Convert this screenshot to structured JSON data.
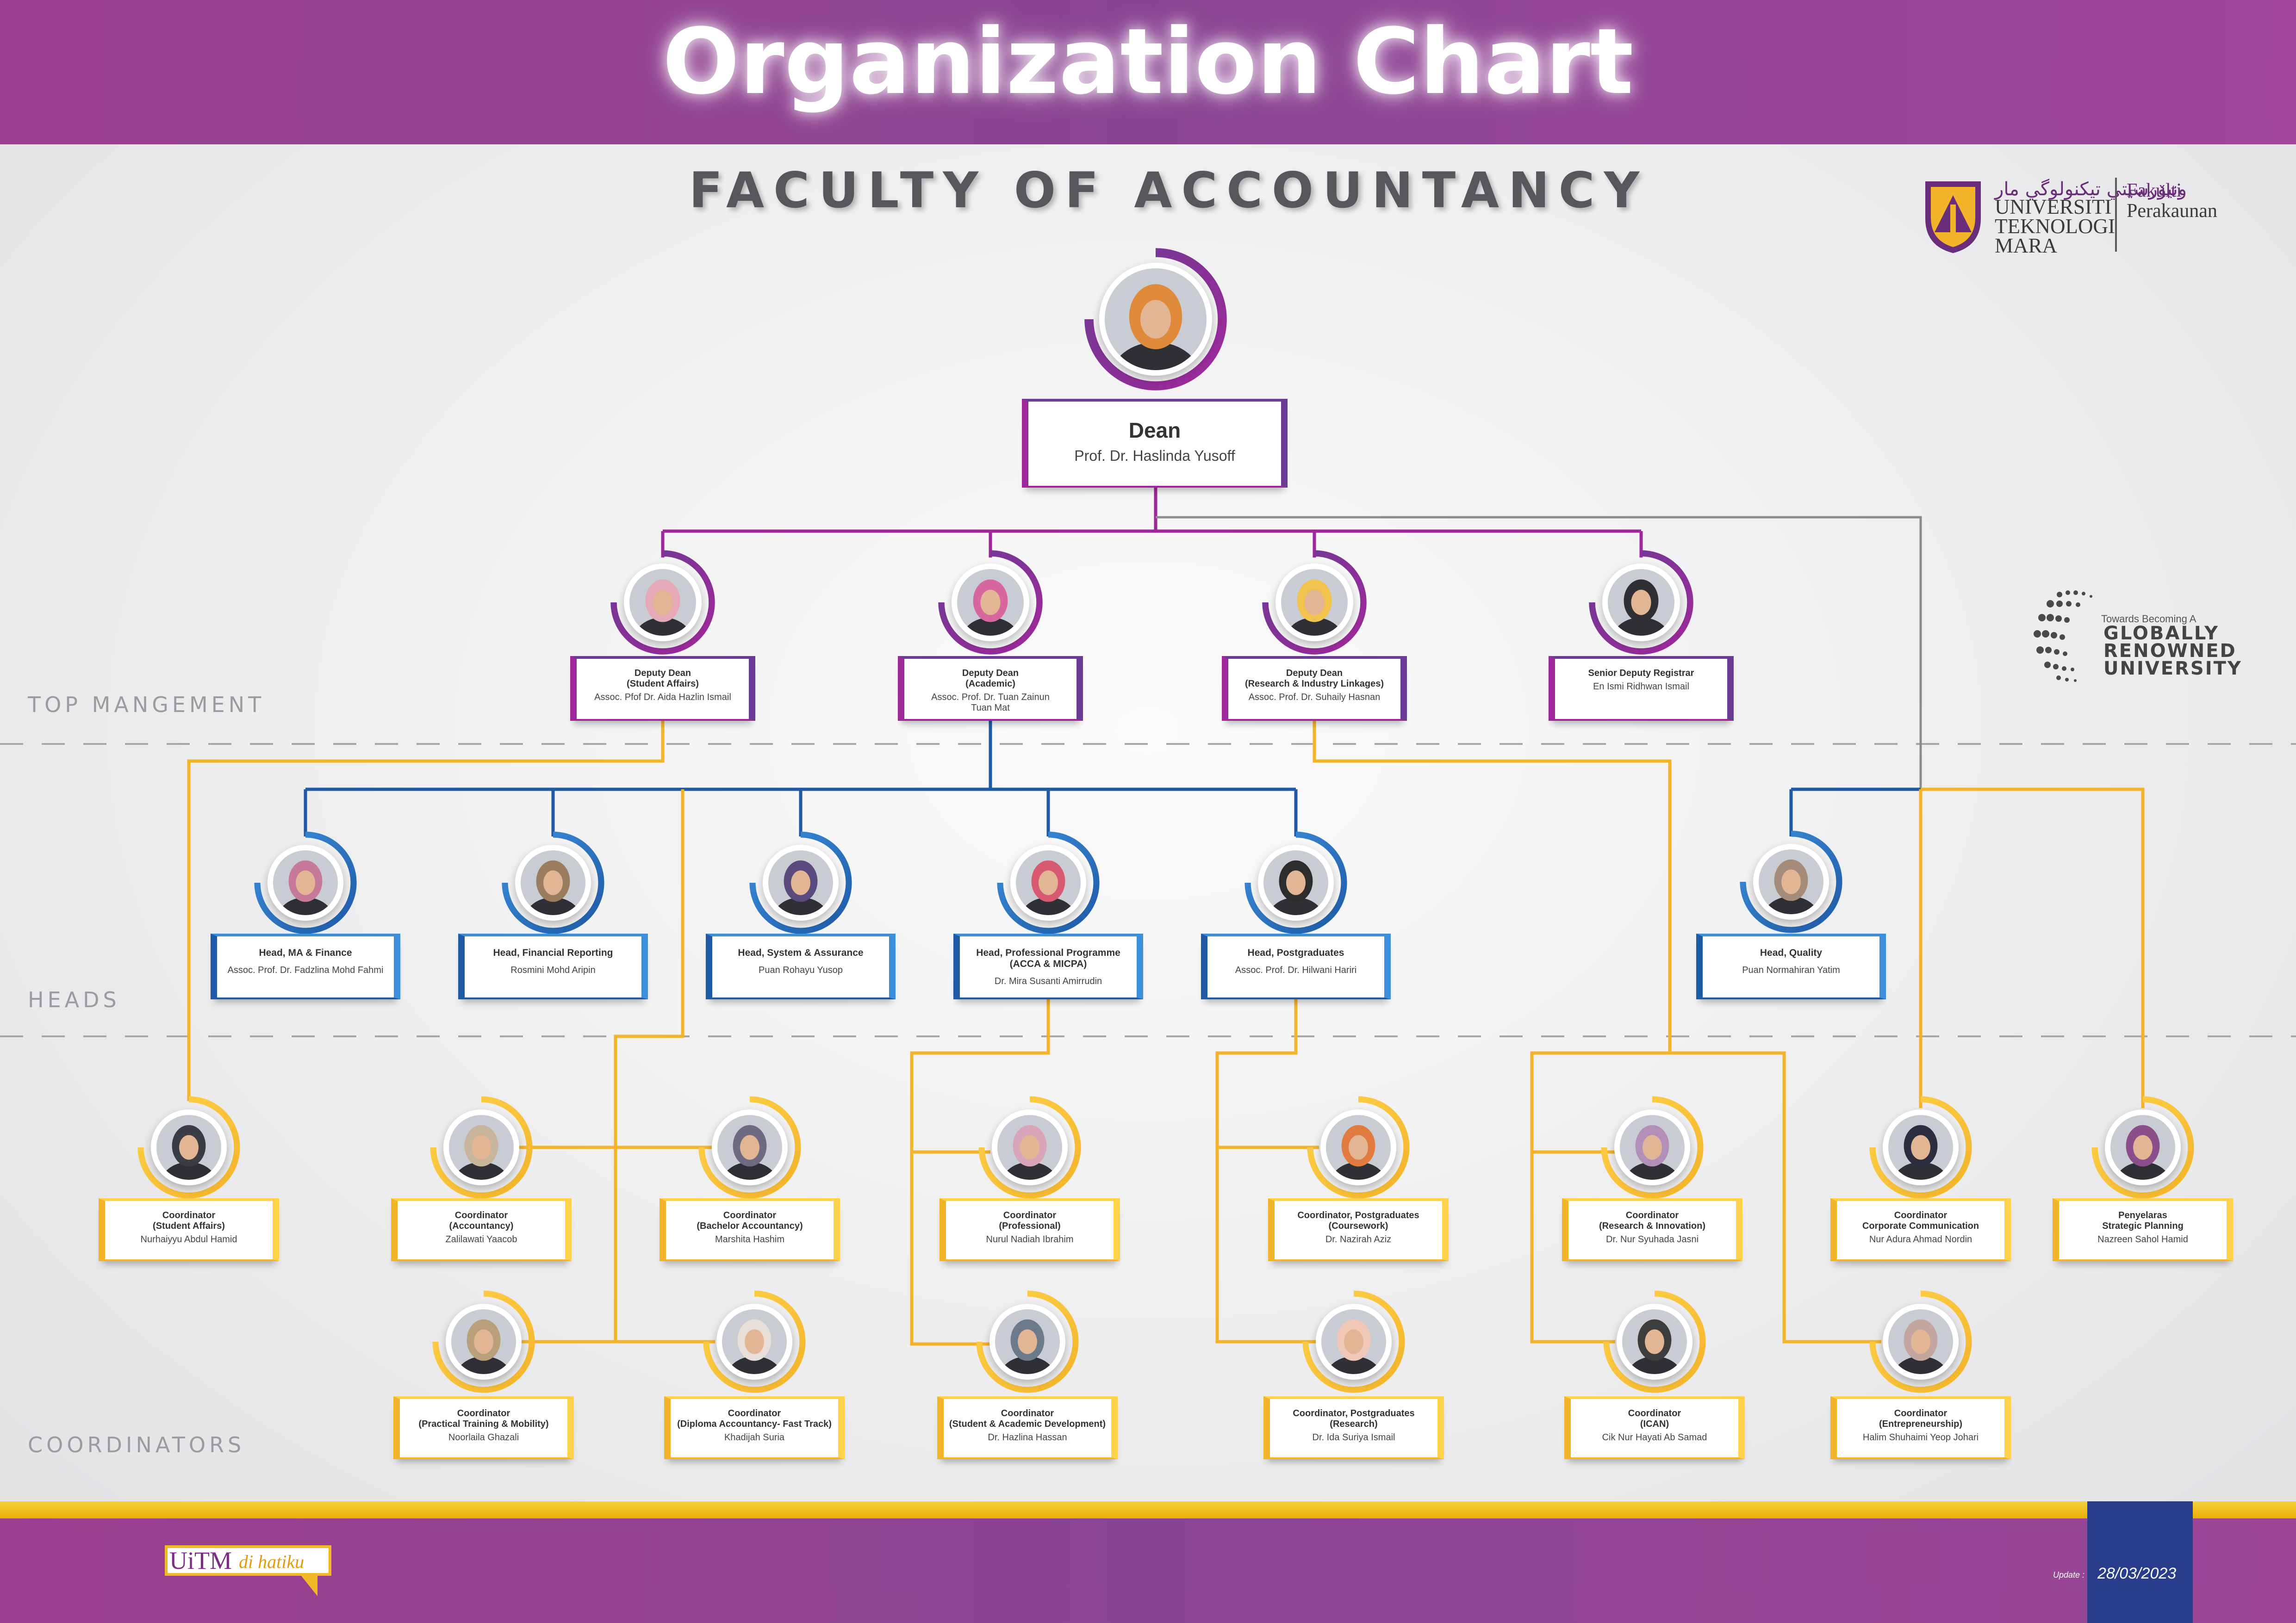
{
  "header": {
    "title": "Organization Chart",
    "subtitle": "FACULTY OF ACCOUNTANCY"
  },
  "logo": {
    "jawi": "ﻭﻧﻴﯚﺭﺳﻴﺘﻲ ﺗﻴﻜﻨﻮﻟﻮﮔﻲ ﻣﺎﺭ",
    "uni": [
      "UNIVERSITI",
      "TEKNOLOGI",
      "MARA"
    ],
    "faculty": [
      "Fakulti",
      "Perakaunan"
    ]
  },
  "tagline": {
    "line1": "Towards Becoming A",
    "line2": [
      "GLOBALLY",
      "RENOWNED",
      "UNIVERSITY"
    ]
  },
  "sections": [
    "TOP MANGEMENT",
    "HEADS",
    "COORDINATORS"
  ],
  "footer": {
    "brand": "UiTM",
    "brand_tag": "di hatiku",
    "update_label": "Update :",
    "date": "28/03/2023"
  },
  "colors": {
    "purple": "#a0279a",
    "purple_dark": "#6c3c94",
    "blue": "#1f5aa6",
    "blue_light": "#3c8fdc",
    "gold": "#f3b42b",
    "gold_light": "#ffd24a",
    "connector_gray": "#8c8c8c"
  },
  "dean": {
    "title": "Dean",
    "name": "Prof. Dr. Haslinda Yusoff"
  },
  "top_management": [
    {
      "title": [
        "Deputy Dean",
        "(Student Affairs)"
      ],
      "name": [
        "Assoc. Pfof Dr. Aida Hazlin Ismail"
      ]
    },
    {
      "title": [
        "Deputy Dean",
        "(Academic)"
      ],
      "name": [
        "Assoc. Prof. Dr. Tuan Zainun",
        "Tuan Mat"
      ]
    },
    {
      "title": [
        "Deputy Dean",
        "(Research & Industry Linkages)"
      ],
      "name": [
        "Assoc. Prof. Dr. Suhaily Hasnan"
      ]
    },
    {
      "title": [
        "Senior Deputy Registrar"
      ],
      "name": [
        "En Ismi Ridhwan Ismail"
      ]
    }
  ],
  "heads": [
    {
      "title": [
        "Head, MA & Finance"
      ],
      "name": [
        "Assoc. Prof. Dr. Fadzlina Mohd Fahmi"
      ]
    },
    {
      "title": [
        "Head, Financial Reporting"
      ],
      "name": [
        "Rosmini Mohd Aripin"
      ]
    },
    {
      "title": [
        "Head, System & Assurance"
      ],
      "name": [
        "Puan Rohayu Yusop"
      ]
    },
    {
      "title": [
        "Head, Professional Programme",
        "(ACCA & MICPA)"
      ],
      "name": [
        "Dr. Mira Susanti Amirrudin"
      ]
    },
    {
      "title": [
        "Head, Postgraduates"
      ],
      "name": [
        "Assoc. Prof. Dr. Hilwani Hariri"
      ]
    },
    {
      "title": [
        "Head, Quality"
      ],
      "name": [
        "Puan Normahiran Yatim"
      ]
    }
  ],
  "coordinators": [
    {
      "title": [
        "Coordinator",
        "(Student Affairs)"
      ],
      "name": [
        "Nurhaiyyu Abdul Hamid"
      ]
    },
    {
      "title": [
        "Coordinator",
        "(Accountancy)"
      ],
      "name": [
        "Zalilawati Yaacob"
      ]
    },
    {
      "title": [
        "Coordinator",
        "(Bachelor Accountancy)"
      ],
      "name": [
        "Marshita Hashim"
      ]
    },
    {
      "title": [
        "Coordinator",
        "(Professional)"
      ],
      "name": [
        "Nurul Nadiah Ibrahim"
      ]
    },
    {
      "title": [
        "Coordinator, Postgraduates",
        "(Coursework)"
      ],
      "name": [
        "Dr. Nazirah Aziz"
      ]
    },
    {
      "title": [
        "Coordinator",
        "(Research & Innovation)"
      ],
      "name": [
        "Dr. Nur Syuhada Jasni"
      ]
    },
    {
      "title": [
        "Coordinator",
        "Corporate Communication"
      ],
      "name": [
        "Nur Adura Ahmad Nordin"
      ]
    },
    {
      "title": [
        "Penyelaras",
        "Strategic Planning"
      ],
      "name": [
        "Nazreen Sahol Hamid"
      ]
    },
    {
      "title": [
        "Coordinator",
        "(Practical Training & Mobility)"
      ],
      "name": [
        "Noorlaila Ghazali"
      ]
    },
    {
      "title": [
        "Coordinator",
        "(Diploma Accountancy- Fast Track)"
      ],
      "name": [
        "Khadijah Suria"
      ]
    },
    {
      "title": [
        "Coordinator",
        "(Student & Academic Development)"
      ],
      "name": [
        "Dr. Hazlina Hassan"
      ]
    },
    {
      "title": [
        "Coordinator, Postgraduates",
        "(Research)"
      ],
      "name": [
        "Dr. Ida Suriya Ismail"
      ]
    },
    {
      "title": [
        "Coordinator",
        "(ICAN)"
      ],
      "name": [
        "Cik Nur Hayati Ab Samad"
      ]
    },
    {
      "title": [
        "Coordinator",
        "(Entrepreneurship)"
      ],
      "name": [
        "Halim Shuhaimi Yeop Johari"
      ]
    }
  ]
}
